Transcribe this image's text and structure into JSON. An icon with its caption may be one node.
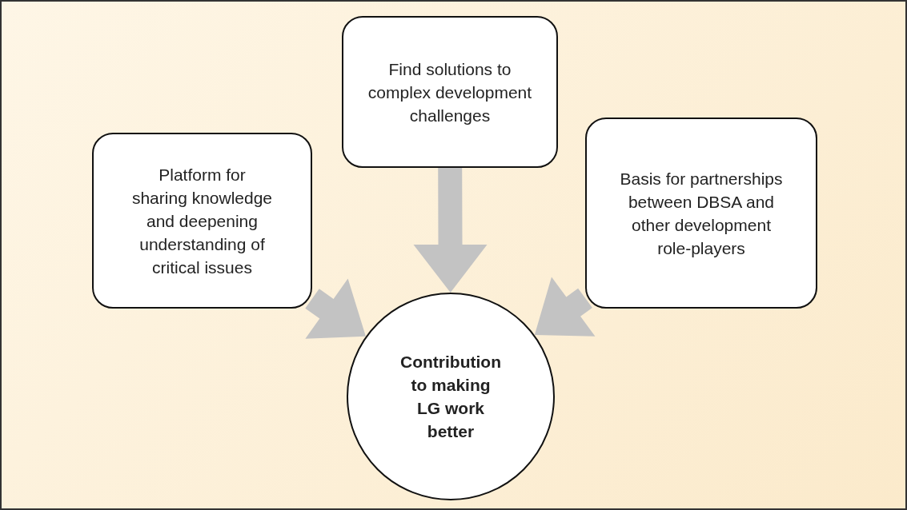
{
  "diagram": {
    "nodes": [
      {
        "text": [
          "Platform for sharing knowledge and deepening understanding of critical issues"
        ]
      },
      {
        "text": [
          "Find solutions to complex development challenges"
        ]
      },
      {
        "text": [
          "Basis for partnerships between DBSA and other development role-players"
        ]
      },
      {
        "text": [
          "Contribution to making LG work better"
        ]
      }
    ],
    "edges": [
      {
        "from": 0,
        "to": 3,
        "arrow": "to",
        "style": "thick"
      },
      {
        "from": 1,
        "to": 3,
        "arrow": "to",
        "style": "thick"
      },
      {
        "from": 2,
        "to": 3,
        "arrow": "to",
        "style": "thick"
      }
    ]
  }
}
